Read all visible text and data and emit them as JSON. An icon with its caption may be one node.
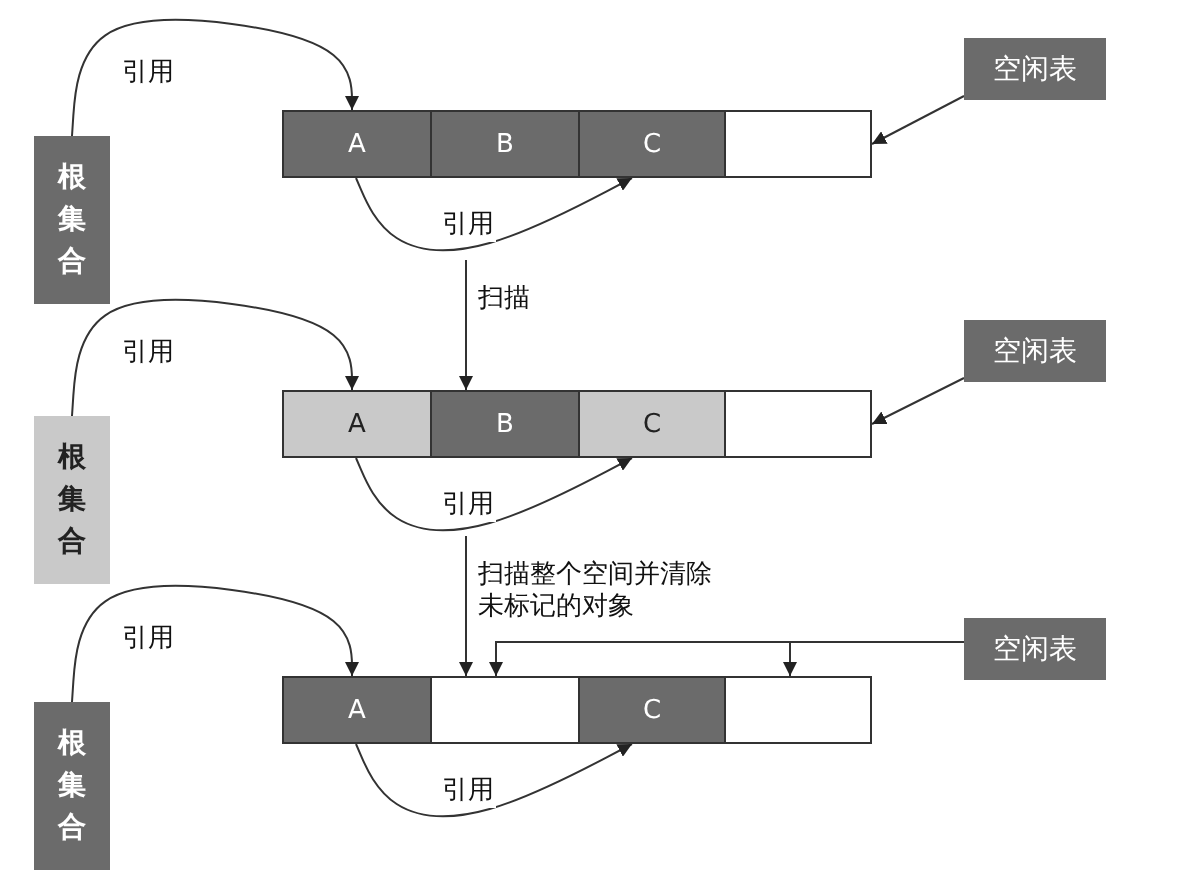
{
  "diagram": {
    "nodes": [
      {
        "text": [
          "根集合"
        ]
      },
      {
        "text": [
          "A"
        ]
      },
      {
        "text": [
          "B"
        ]
      },
      {
        "text": [
          "C"
        ]
      },
      {
        "text": [],
        "shape": "box"
      },
      {
        "text": [
          "空闲表"
        ]
      },
      {
        "text": [
          "根集合"
        ]
      },
      {
        "text": [
          "A"
        ]
      },
      {
        "text": [
          "B"
        ]
      },
      {
        "text": [
          "C"
        ]
      },
      {
        "text": [],
        "shape": "box"
      },
      {
        "text": [
          "空闲表"
        ]
      },
      {
        "text": [
          "根集合"
        ]
      },
      {
        "text": [
          "A"
        ]
      },
      {
        "text": [],
        "shape": "box"
      },
      {
        "text": [
          "C"
        ]
      },
      {
        "text": [],
        "shape": "box"
      },
      {
        "text": [
          "空闲表"
        ]
      }
    ],
    "edges": [
      {
        "from": 0,
        "to": 1,
        "arrow": "to",
        "label": "引用"
      },
      {
        "from": 1,
        "to": 3,
        "arrow": "to",
        "label": "引用"
      },
      {
        "from": 5,
        "to": 4,
        "arrow": "to"
      },
      {
        "from": null,
        "to": 8,
        "arrow": "to",
        "label": "扫描"
      },
      {
        "from": 6,
        "to": 7,
        "arrow": "to",
        "label": "引用"
      },
      {
        "from": 7,
        "to": 9,
        "arrow": "to",
        "label": "引用"
      },
      {
        "from": 11,
        "to": 10,
        "arrow": "to"
      },
      {
        "from": null,
        "to": 14,
        "arrow": "to",
        "label": "扫描整个空间并清除未标记的对象"
      },
      {
        "from": 12,
        "to": 13,
        "arrow": "to",
        "label": "引用"
      },
      {
        "from": 13,
        "to": 15,
        "arrow": "to",
        "label": "引用"
      },
      {
        "from": 17,
        "to": 14,
        "arrow": "to"
      },
      {
        "from": 17,
        "to": 16,
        "arrow": "to"
      }
    ]
  }
}
